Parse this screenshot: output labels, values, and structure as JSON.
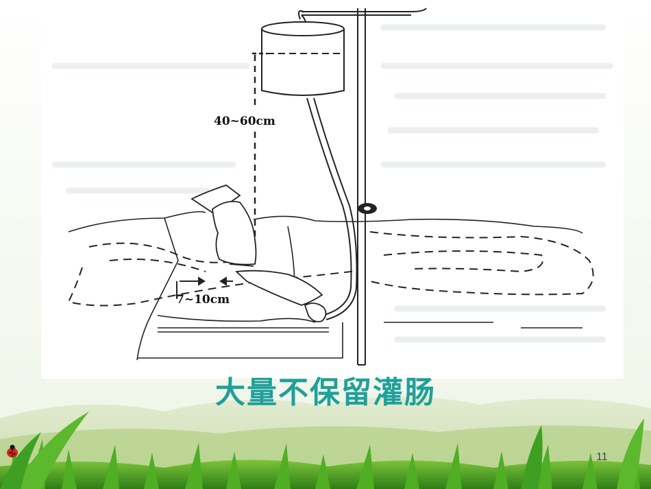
{
  "slide": {
    "title": "大量不保留灌肠",
    "page_number": "11",
    "colors": {
      "title": "#1fa09a",
      "grass": "#3f9f22",
      "line": "#222222"
    }
  },
  "diagram": {
    "height_label": "40~60cm",
    "depth_label": "7~10cm"
  }
}
